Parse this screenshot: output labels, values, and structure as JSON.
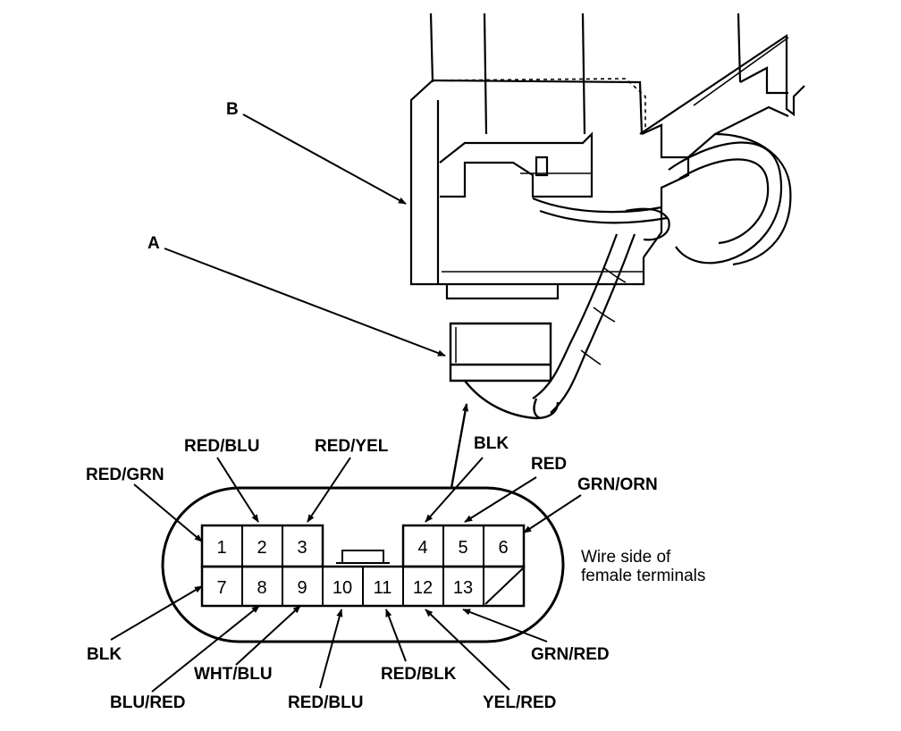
{
  "callouts": {
    "a": "A",
    "b": "B"
  },
  "caption": {
    "line1": "Wire side of",
    "line2": "female terminals"
  },
  "pins": [
    "1",
    "2",
    "3",
    "4",
    "5",
    "6",
    "7",
    "8",
    "9",
    "10",
    "11",
    "12",
    "13"
  ],
  "wires": {
    "red_grn": "RED/GRN",
    "red_blu_top": "RED/BLU",
    "red_yel": "RED/YEL",
    "blk_top": "BLK",
    "red": "RED",
    "grn_orn": "GRN/ORN",
    "blk_bottom": "BLK",
    "blu_red": "BLU/RED",
    "wht_blu": "WHT/BLU",
    "red_blu_bottom": "RED/BLU",
    "red_blk": "RED/BLK",
    "yel_red": "YEL/RED",
    "grn_red": "GRN/RED"
  },
  "colors": {
    "ink": "#000000",
    "paper": "#ffffff"
  }
}
